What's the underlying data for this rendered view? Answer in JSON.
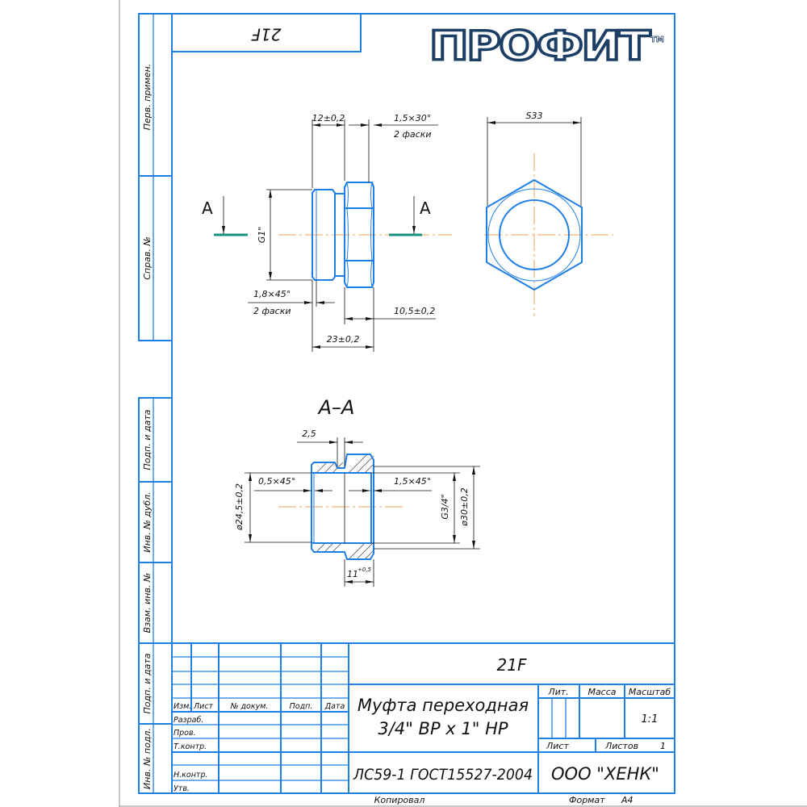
{
  "logo": {
    "text": "ПРОФИТ",
    "tm": "TM",
    "color": "#1d3f66"
  },
  "mirror_code": "21F",
  "side_strip": {
    "top": [
      "Перв. примен.",
      "Справ. №"
    ],
    "bottom": [
      "Подп. и дата",
      "Инв. № дубл.",
      "Взам. инв. №",
      "Подп. и дата",
      "Инв. № подл."
    ]
  },
  "front_view": {
    "section_letter": "A",
    "dims": {
      "width_thread": "12±0,2",
      "chamfer_hex": "1,5×30°",
      "chamfer_hex_note": "2 фаски",
      "thread": "G1\"",
      "chamfer_thread": "1,8×45°",
      "chamfer_thread_note": "2 фаски",
      "hex_width": "10,5±0,2",
      "total_length": "23±0,2"
    }
  },
  "side_view": {
    "hex_size": "S33"
  },
  "section_view": {
    "title": "А–А",
    "dims": {
      "groove": "2,5",
      "chamfer_left": "0,5×45°",
      "chamfer_right": "1,5×45°",
      "inner_diameter": "ø24,5±0,2",
      "inner_thread": "G3/4\"",
      "outer_diameter": "ø30±0,2",
      "thread_depth": "11",
      "thread_depth_tol": "+0,5"
    }
  },
  "title_block": {
    "designation": "21F",
    "name_line1": "Муфта переходная",
    "name_line2": "3/4\" ВР х 1\" НР",
    "material": "ЛС59-1 ГОСТ15527-2004",
    "company": "ООО \"ХЕНК\"",
    "headers": {
      "izm": "Изм.",
      "list": "Лист",
      "doc": "№ докум.",
      "sign": "Подп.",
      "date": "Дата"
    },
    "roles": [
      "Разраб.",
      "Пров.",
      "Т.контр.",
      "",
      "Н.контр.",
      "Утв."
    ],
    "lit_label": "Лит.",
    "mass_label": "Масса",
    "scale_label": "Масштаб",
    "scale": "1:1",
    "sheet_label": "Лист",
    "sheets_label": "Листов",
    "sheets": "1",
    "copied_label": "Копировал",
    "format_label": "Формат",
    "format": "А4"
  },
  "colors": {
    "frame": "#1f7fe6",
    "centerline": "#f3a255",
    "section_mark": "#17907f"
  }
}
